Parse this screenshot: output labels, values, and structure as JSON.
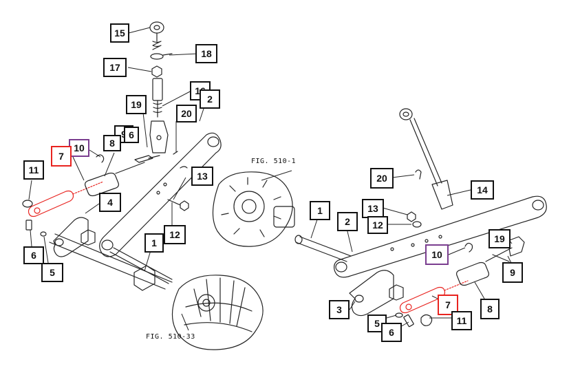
{
  "diagram": {
    "callout_colors": {
      "default": "#111111",
      "highlight_red": "#e8231f",
      "highlight_purple": "#7a3d8f"
    },
    "fig_labels": {
      "engine_front": "FIG. 510-1",
      "engine_rear": "FIG. 510-33"
    },
    "left_assembly": {
      "labels": [
        "15",
        "18",
        "17",
        "16",
        "2",
        "19",
        "20",
        "9",
        "6",
        "8",
        "10",
        "7",
        "13",
        "11",
        "4",
        "12",
        "1",
        "6",
        "5"
      ]
    },
    "right_assembly": {
      "labels": [
        "20",
        "14",
        "13",
        "12",
        "1",
        "2",
        "10",
        "19",
        "9",
        "3",
        "7",
        "8",
        "5",
        "6",
        "11"
      ]
    }
  }
}
